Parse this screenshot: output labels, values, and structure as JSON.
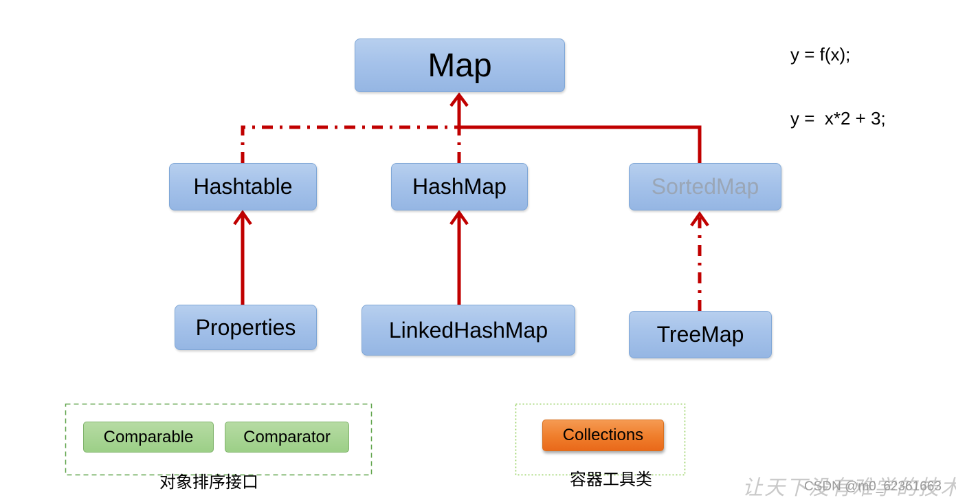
{
  "formula": {
    "line1": "y = f(x);",
    "line2": "y =  x*2 + 3;"
  },
  "nodes": {
    "map": "Map",
    "hashtable": "Hashtable",
    "hashmap": "HashMap",
    "sortedmap": "SortedMap",
    "properties": "Properties",
    "linkedhashmap": "LinkedHashMap",
    "treemap": "TreeMap"
  },
  "groups": {
    "sort_interfaces": {
      "items": [
        "Comparable",
        "Comparator"
      ],
      "caption": "对象排序接口"
    },
    "container_tools": {
      "items": [
        "Collections"
      ],
      "caption": "容器工具类"
    }
  },
  "colors": {
    "arrow": "#c00000",
    "node_fill": "#a5c2ea",
    "green_tag": "#9ccf87",
    "orange_tag": "#ef7d2b",
    "dashed_group": "#5fa34a"
  },
  "watermark": {
    "handwriting": "让天下没有难学的技术",
    "credit": "CSDN @m0_62361663"
  }
}
